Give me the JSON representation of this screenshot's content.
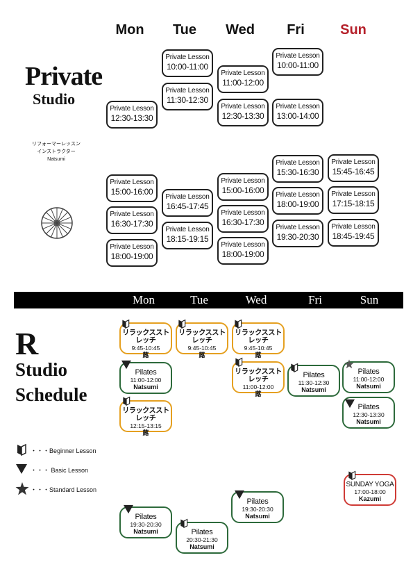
{
  "private": {
    "title_line1": "Private",
    "title_line2": "Studio",
    "instructor_role_line1": "リフォーマーレッスン",
    "instructor_role_line2": "インストラクター",
    "instructor_name": "Natsumi",
    "days": [
      "Mon",
      "Tue",
      "Wed",
      "Fri",
      "Sun"
    ],
    "lesson_label": "Private Lesson",
    "lessons": [
      {
        "day": "Mon",
        "time": "12:30-13:30"
      },
      {
        "day": "Tue",
        "time": "10:00-11:00"
      },
      {
        "day": "Tue",
        "time": "11:30-12:30"
      },
      {
        "day": "Wed",
        "time": "11:00-12:00"
      },
      {
        "day": "Wed",
        "time": "12:30-13:30"
      },
      {
        "day": "Fri",
        "time": "10:00-11:00"
      },
      {
        "day": "Fri",
        "time": "13:00-14:00"
      },
      {
        "day": "Mon",
        "time": "15:00-16:00"
      },
      {
        "day": "Mon",
        "time": "16:30-17:30"
      },
      {
        "day": "Mon",
        "time": "18:00-19:00"
      },
      {
        "day": "Tue",
        "time": "16:45-17:45"
      },
      {
        "day": "Tue",
        "time": "18:15-19:15"
      },
      {
        "day": "Wed",
        "time": "15:00-16:00"
      },
      {
        "day": "Wed",
        "time": "16:30-17:30"
      },
      {
        "day": "Wed",
        "time": "18:00-19:00"
      },
      {
        "day": "Fri",
        "time": "15:30-16:30"
      },
      {
        "day": "Fri",
        "time": "18:00-19:00"
      },
      {
        "day": "Fri",
        "time": "19:30-20:30"
      },
      {
        "day": "Sun",
        "time": "15:45-16:45"
      },
      {
        "day": "Sun",
        "time": "17:15-18:15"
      },
      {
        "day": "Sun",
        "time": "18:45-19:45"
      }
    ]
  },
  "rstudio": {
    "title_letter": "R",
    "title_line1": "Studio",
    "title_line2": "Schedule",
    "days": [
      "Mon",
      "Tue",
      "Wed",
      "Fri",
      "Sun"
    ],
    "legend": [
      {
        "icon": "beginner-mark-icon",
        "label": "・・・Beginner Lesson"
      },
      {
        "icon": "triangle-down-icon",
        "label": "・・・ Basic Lesson"
      },
      {
        "icon": "star-icon",
        "label": "・・・Standard Lesson"
      }
    ],
    "colors": {
      "stretch": "#e5a020",
      "pilates": "#2d6a3b",
      "yoga": "#cf3b36"
    },
    "classes": [
      {
        "day": "Mon",
        "name": "リラックスストレッチ",
        "time": "9:45-10:45",
        "instructor": "蕗",
        "level": "beginner",
        "style": "stretch"
      },
      {
        "day": "Tue",
        "name": "リラックスストレッチ",
        "time": "9:45-10:45",
        "instructor": "蕗",
        "level": "beginner",
        "style": "stretch"
      },
      {
        "day": "Wed",
        "name": "リラックスストレッチ",
        "time": "9:45-10:45",
        "instructor": "蕗",
        "level": "beginner",
        "style": "stretch"
      },
      {
        "day": "Mon",
        "name": "Pilates",
        "time": "11:00-12:00",
        "instructor": "Natsumi",
        "level": "basic",
        "style": "pilates"
      },
      {
        "day": "Wed",
        "name": "リラックスストレッチ",
        "time": "11:00-12:00",
        "instructor": "蕗",
        "level": "beginner",
        "style": "stretch"
      },
      {
        "day": "Fri",
        "name": "Pilates",
        "time": "11:30-12:30",
        "instructor": "Natsumi",
        "level": "beginner",
        "style": "pilates"
      },
      {
        "day": "Sun",
        "name": "Pilates",
        "time": "11:00-12:00",
        "instructor": "Natsumi",
        "level": "standard",
        "style": "pilates"
      },
      {
        "day": "Mon",
        "name": "リラックスストレッチ",
        "time": "12:15-13:15",
        "instructor": "蕗",
        "level": "beginner",
        "style": "stretch"
      },
      {
        "day": "Sun",
        "name": "Pilates",
        "time": "12:30-13:30",
        "instructor": "Natsumi",
        "level": "basic",
        "style": "pilates"
      },
      {
        "day": "Sun",
        "name": "SUNDAY YOGA",
        "time": "17:00-18:00",
        "instructor": "Kazumi",
        "level": "beginner",
        "style": "yoga"
      },
      {
        "day": "Wed",
        "name": "Pilates",
        "time": "19:30-20:30",
        "instructor": "Natsumi",
        "level": "basic",
        "style": "pilates"
      },
      {
        "day": "Mon",
        "name": "Pilates",
        "time": "19:30-20:30",
        "instructor": "Natsumi",
        "level": "basic",
        "style": "pilates"
      },
      {
        "day": "Tue",
        "name": "Pilates",
        "time": "20:30-21:30",
        "instructor": "Natsumi",
        "level": "beginner",
        "style": "pilates"
      }
    ]
  }
}
